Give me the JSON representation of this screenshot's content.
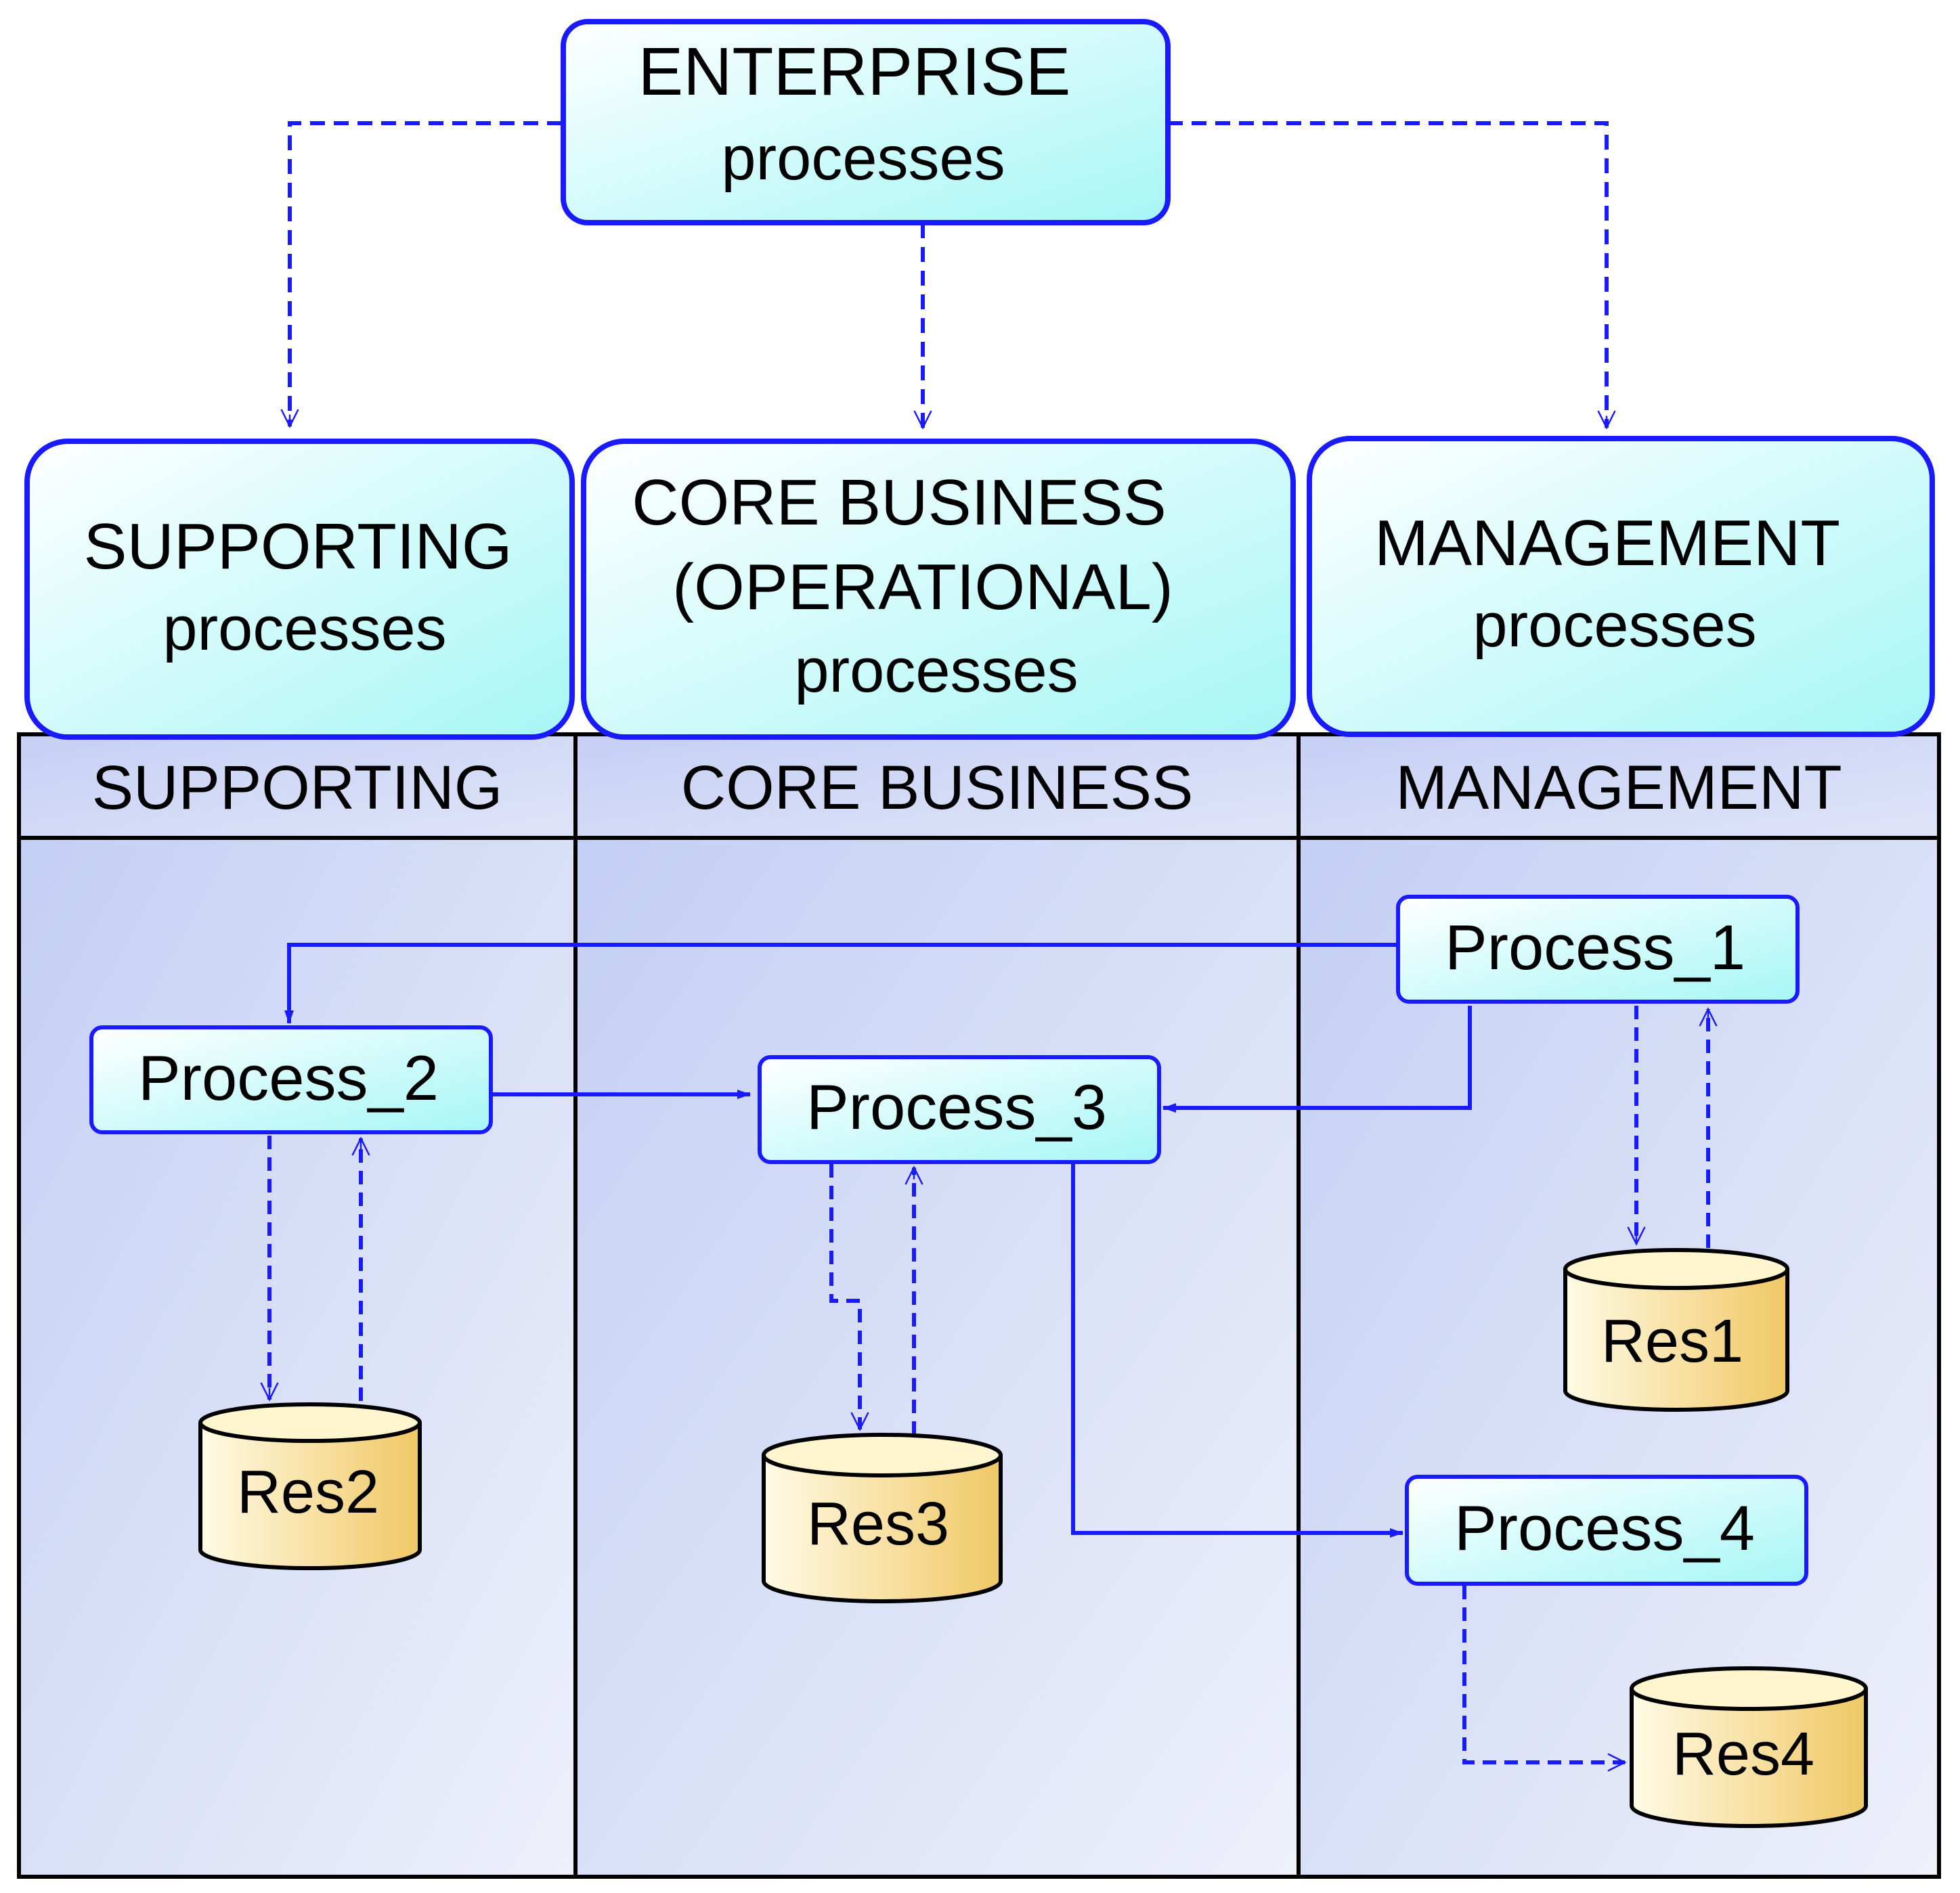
{
  "enterprise": {
    "line1": "ENTERPRISE",
    "line2": "processes"
  },
  "categories": {
    "supporting": {
      "line1": "SUPPORTING",
      "line2": "processes"
    },
    "core": {
      "line1": "CORE BUSINESS",
      "line2": "(OPERATIONAL)",
      "line3": "processes"
    },
    "management": {
      "line1": "MANAGEMENT",
      "line2": "processes"
    }
  },
  "lanes": {
    "supporting": "SUPPORTING",
    "core": "CORE BUSINESS",
    "management": "MANAGEMENT"
  },
  "processes": {
    "p1": "Process_1",
    "p2": "Process_2",
    "p3": "Process_3",
    "p4": "Process_4"
  },
  "resources": {
    "r1": "Res1",
    "r2": "Res2",
    "r3": "Res3",
    "r4": "Res4"
  },
  "colors": {
    "line": "#1a1aff",
    "box_fill_light": "#ffffff",
    "box_fill_accent": "#a6f6f6",
    "lane_header": "#c9d3f6",
    "lane_body_dark": "#c3cff4",
    "lane_body_light": "#eceff9",
    "resource_light": "#fff8d6",
    "resource_dark": "#f2cd6e"
  }
}
